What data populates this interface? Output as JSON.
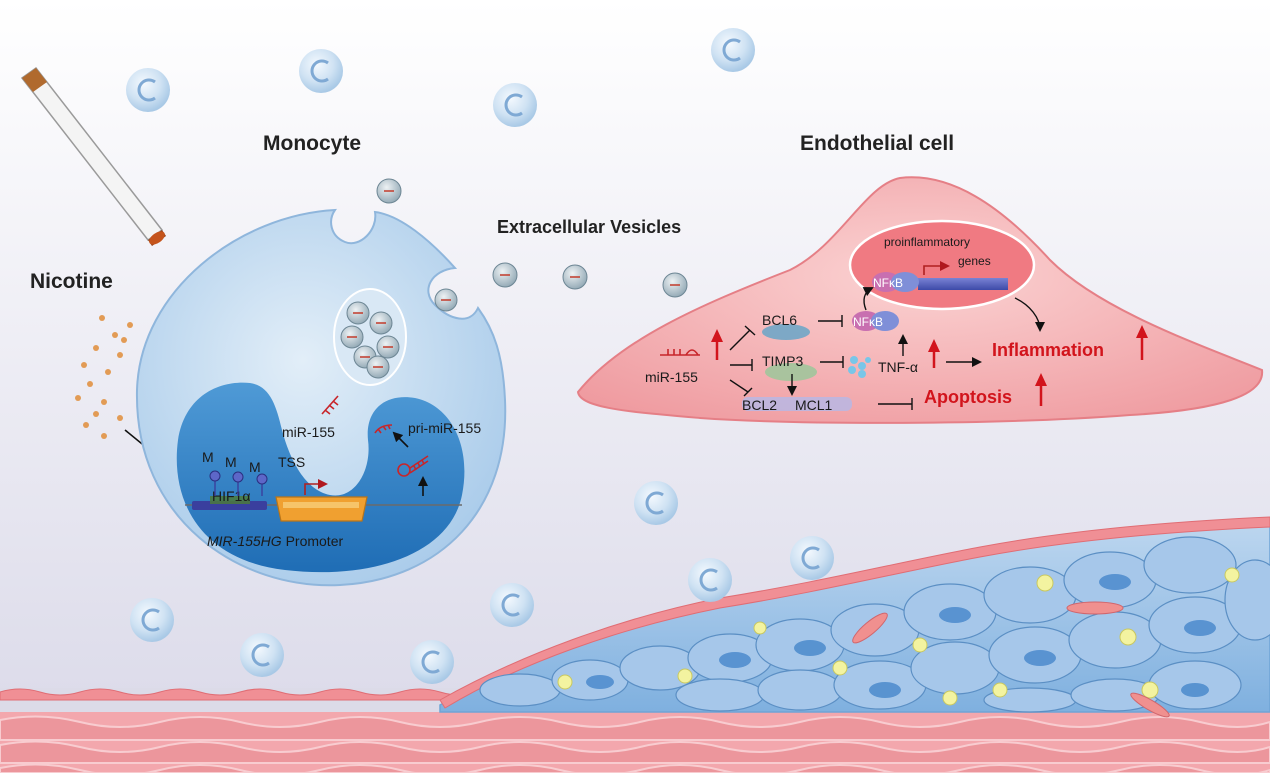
{
  "titles": {
    "monocyte": "Monocyte",
    "endothelial": "Endothelial cell",
    "vesicles": "Extracellular Vesicles",
    "nicotine": "Nicotine"
  },
  "monocyte": {
    "mir155": "miR-155",
    "pri_mir155": "pri-miR-155",
    "tss": "TSS",
    "hif1a": "HIF1α",
    "methyl_mark": "M",
    "promoter_gene": "MIR-155HG",
    "promoter_word": " Promoter"
  },
  "endothelial": {
    "proinflammatory_line1": "proinflammatory",
    "proinflammatory_line2": "genes",
    "nfkb": "NFκB",
    "bcl6": "BCL6",
    "timp3": "TIMP3",
    "bcl2": "BCL2",
    "mcl1": "MCL1",
    "mir155": "miR-155",
    "tnfa": "TNF-α",
    "inflammation": "Inflammation",
    "apoptosis": "Apoptosis"
  },
  "colors": {
    "cell_blue": "#bfd9ef",
    "nucleus_blue": "#2f7fc6",
    "endo_pink": "#f08f95",
    "up_red": "#d2141c",
    "promoter_orange": "#f0a030"
  }
}
